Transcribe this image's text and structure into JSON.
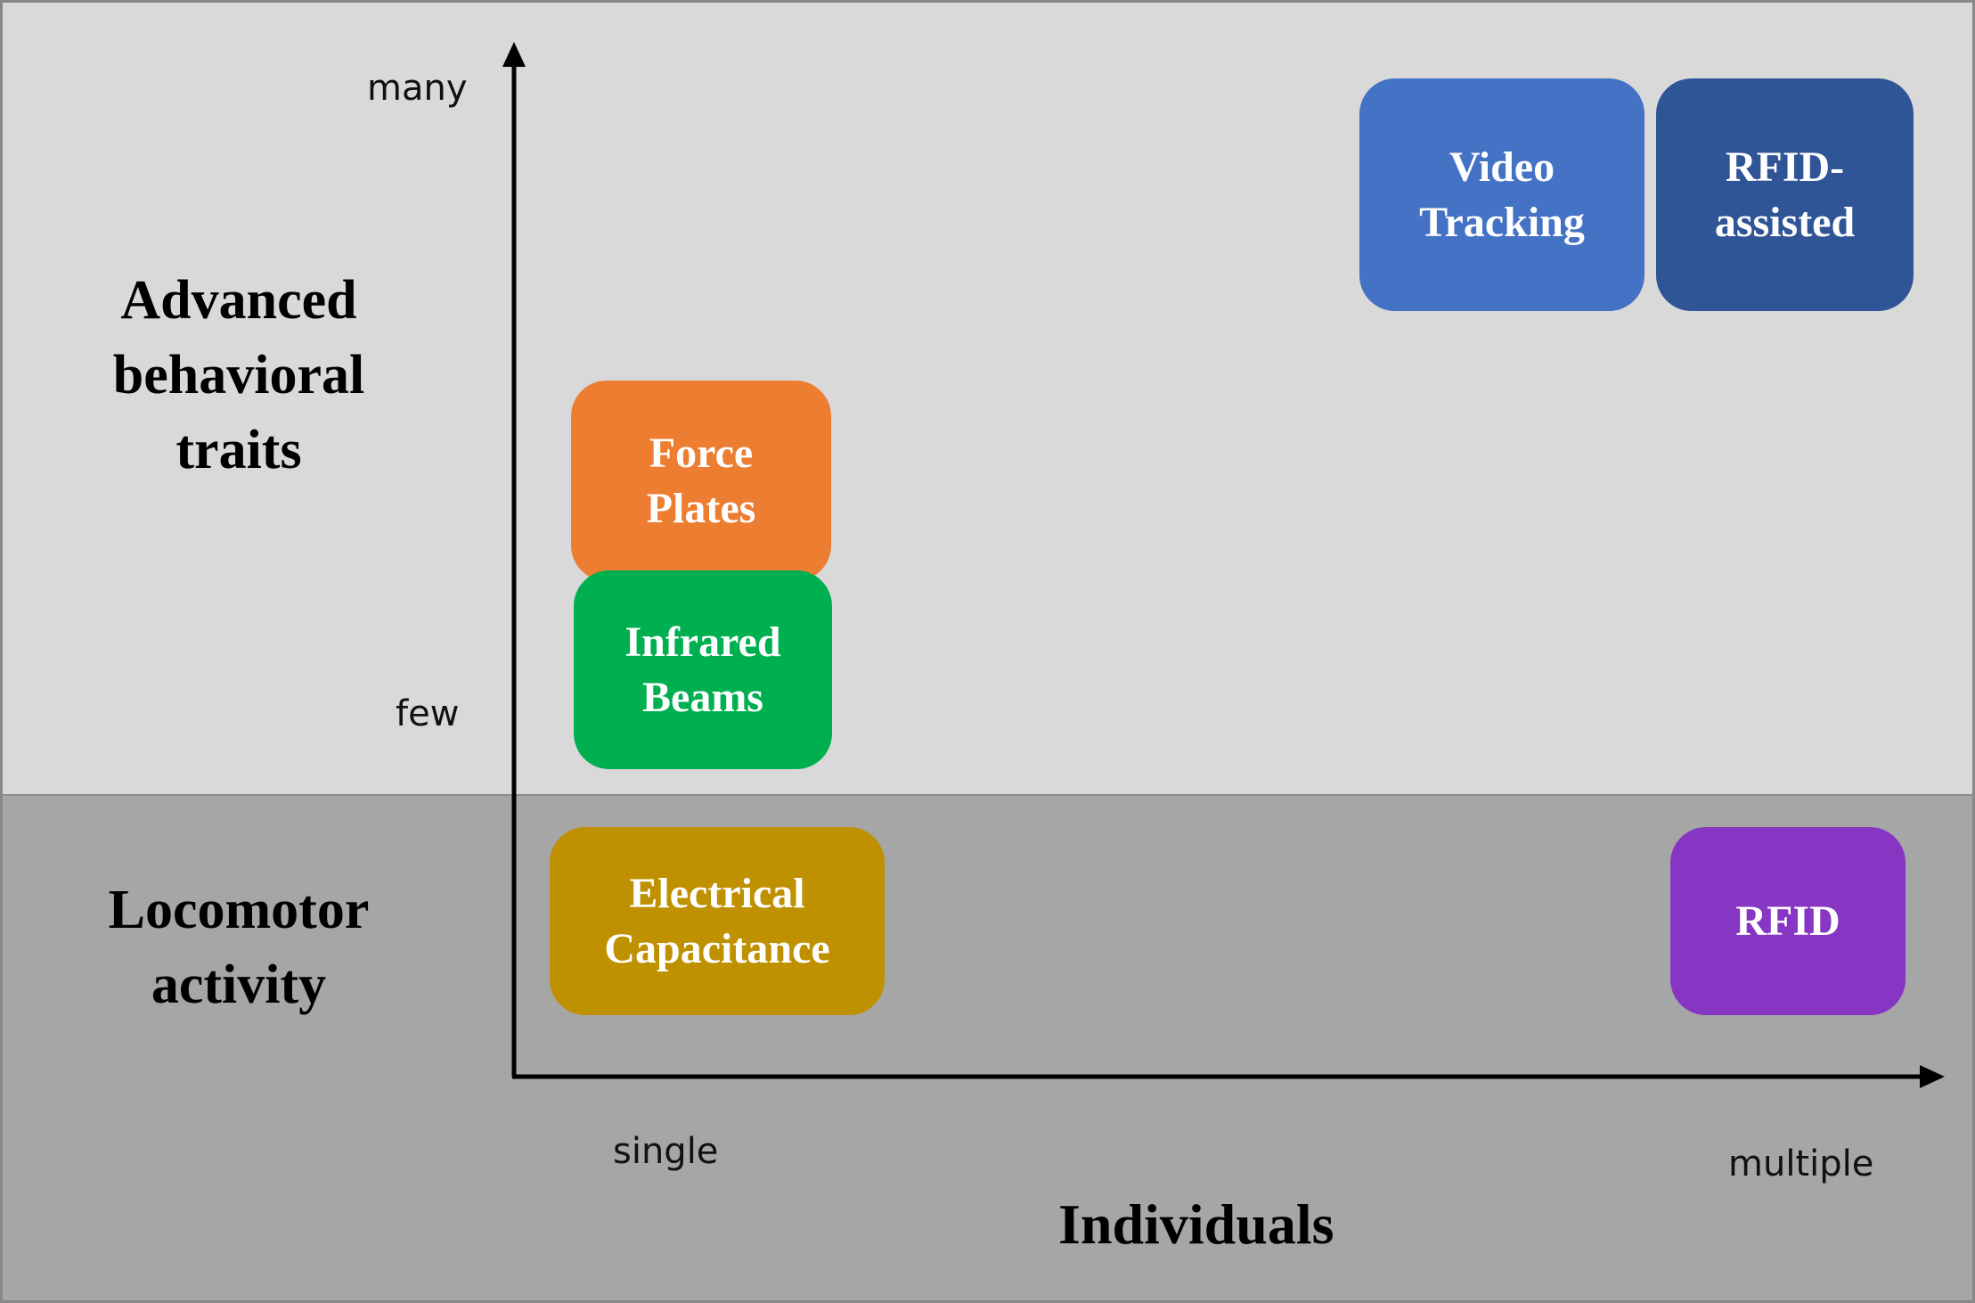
{
  "diagram": {
    "y_axis": {
      "tick_top": "many",
      "tick_bottom": "few"
    },
    "x_axis": {
      "tick_left": "single",
      "tick_right": "multiple",
      "title": "Individuals"
    },
    "bands": {
      "top": {
        "label_lines": [
          "Advanced",
          "behavioral",
          "traits"
        ],
        "color": "#d9d9d9"
      },
      "bottom": {
        "label_lines": [
          "Locomotor",
          "activity"
        ],
        "color": "#a6a6a6"
      }
    },
    "methods": {
      "video_tracking": {
        "lines": [
          "Video",
          "Tracking"
        ],
        "color": "#4472c4"
      },
      "rfid_assisted": {
        "lines": [
          "RFID-",
          "assisted"
        ],
        "color": "#2f5597"
      },
      "force_plates": {
        "lines": [
          "Force",
          "Plates"
        ],
        "color": "#ed7d31"
      },
      "infrared_beams": {
        "lines": [
          "Infrared",
          "Beams"
        ],
        "color": "#00b050"
      },
      "electrical_capacitance": {
        "lines": [
          "Electrical",
          "Capacitance"
        ],
        "color": "#bf9000"
      },
      "rfid": {
        "lines": [
          "RFID"
        ],
        "color": "#8636c2"
      }
    }
  }
}
